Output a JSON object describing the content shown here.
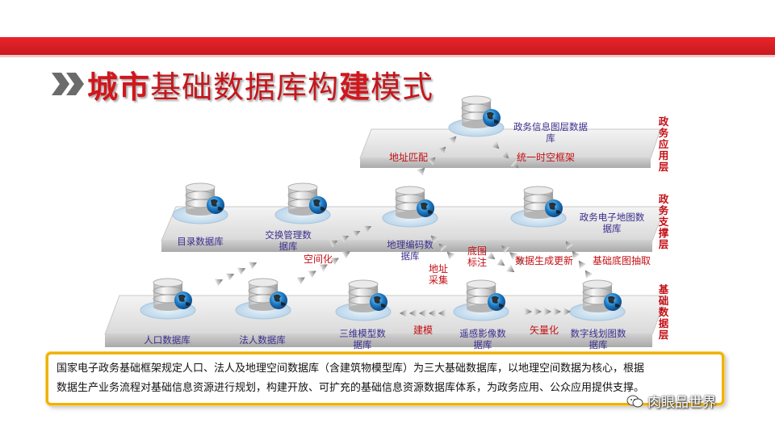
{
  "title": {
    "part1": "城市",
    "part2": "基础数据库构",
    "part3": "建",
    "part4": "模式"
  },
  "tiers": {
    "top": "政务应用层",
    "middle": "政务支撑层",
    "bottom": "基础数据层"
  },
  "databases": {
    "gov_map_layer": "政务信息图层数据库",
    "directory": "目录数据库",
    "exchange": "交换管理数据库",
    "geocode": "地理编码数据库",
    "gov_emap": "政务电子地图数据库",
    "population": "人口数据库",
    "legal_person": "法人数据库",
    "model_3d": "三维模型数据库",
    "remote_sensing": "遥感影像数据库",
    "digital_line": "数字线划图数据库"
  },
  "flows": {
    "address_match": "地址匹配",
    "unified_space": "统一时空框架",
    "spatialize": "空间化",
    "base_label": "底图标注",
    "address_collect": "地址采集",
    "data_update": "数据生成更新",
    "base_extract": "基础底图抽取",
    "modeling": "建模",
    "vectorize": "矢量化"
  },
  "caption": {
    "line1": "国家电子政务基础框架规定人口、法人及地理空间数据库（含建筑物模型库）为三大基础数据库，以地理空间数据为核心，根据",
    "line2": "数据生产业务流程对基础信息资源进行规划，构建开放、可扩充的基础信息资源数据库体系，为政务应用、公众应用提供支撑。"
  },
  "watermark": "肉眼品世界",
  "colors": {
    "accent_red": "#d1161c",
    "label_purple": "#3a2e8c",
    "caption_border": "#f0b200"
  }
}
